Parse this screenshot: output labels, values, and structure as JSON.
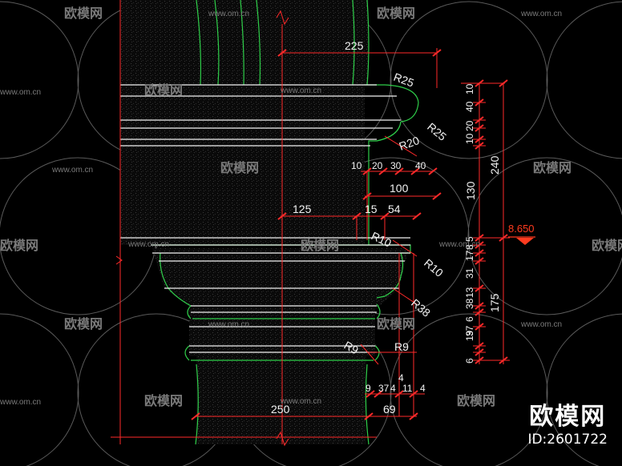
{
  "watermark": {
    "brand_cn": "欧模网",
    "site": "www.om.cn"
  },
  "brand_stamp": {
    "title": "欧模网",
    "id": "ID:2601722"
  },
  "elevation": {
    "value": "8.650"
  },
  "dimensions": {
    "d225": "225",
    "r25a": "R25",
    "r25b": "R25",
    "r20": "R20",
    "v10a": "10",
    "v40a": "40",
    "v20a": "20",
    "v10b": "10",
    "v240": "240",
    "h10": "10",
    "h20": "20",
    "h30": "30",
    "h40": "40",
    "h100": "100",
    "v130": "130",
    "h125": "125",
    "h15": "15",
    "h54": "54",
    "r10a": "R10",
    "r10b": "R10",
    "v5": "5",
    "v8": "8",
    "v17": "17",
    "v31": "31",
    "r38": "R38",
    "v13": "13",
    "v38": "38",
    "v175": "175",
    "v6a": "6",
    "r9a": "R9",
    "r9b": "R9",
    "v19": "19",
    "v37": "37",
    "v6b": "6",
    "b9": "9",
    "b37": "37",
    "b4a": "4",
    "b4b": "4",
    "b11": "11",
    "b4c": "4",
    "d250": "250",
    "d69": "69"
  },
  "colors": {
    "dimension": "#ff2a2a",
    "outline": "#2fcf4a",
    "wall": "#f2f2f2",
    "watermark": "#7a7a7a",
    "elevation_mark": "#ff3b1f"
  }
}
